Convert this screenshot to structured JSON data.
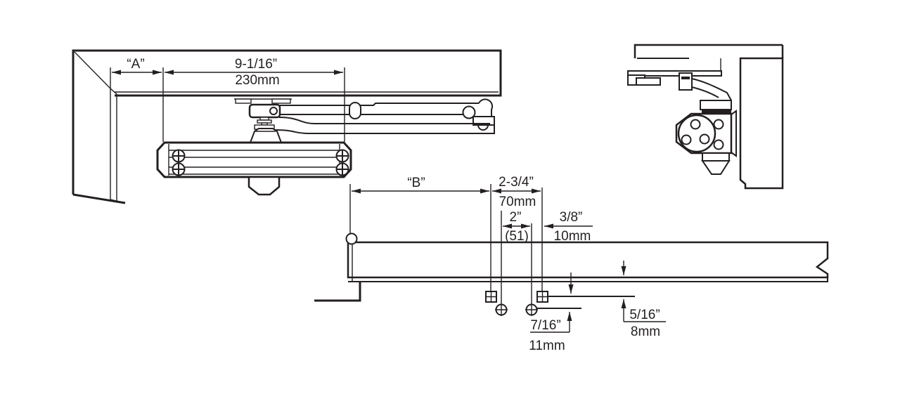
{
  "drawing": {
    "description": "door closer mounting dimension diagram",
    "colors": {
      "background": "#ffffff",
      "line": "#231f20"
    },
    "front_view": {
      "dim_a_label": "“A”",
      "dim_width_in": "9-1/16”",
      "dim_width_mm": "230mm"
    },
    "hole_layout": {
      "dim_b_label": "“B”",
      "dim_span_in": "2-3/4”",
      "dim_span_mm": "70mm",
      "dim_inner_in": "2”",
      "dim_inner_mm": "(51)",
      "dim_offset_in": "3/8”",
      "dim_offset_mm": "10mm",
      "dim_lower_in": "7/16”",
      "dim_lower_mm": "11mm",
      "dim_upper_in": "5/16”",
      "dim_upper_mm": "8mm"
    }
  }
}
